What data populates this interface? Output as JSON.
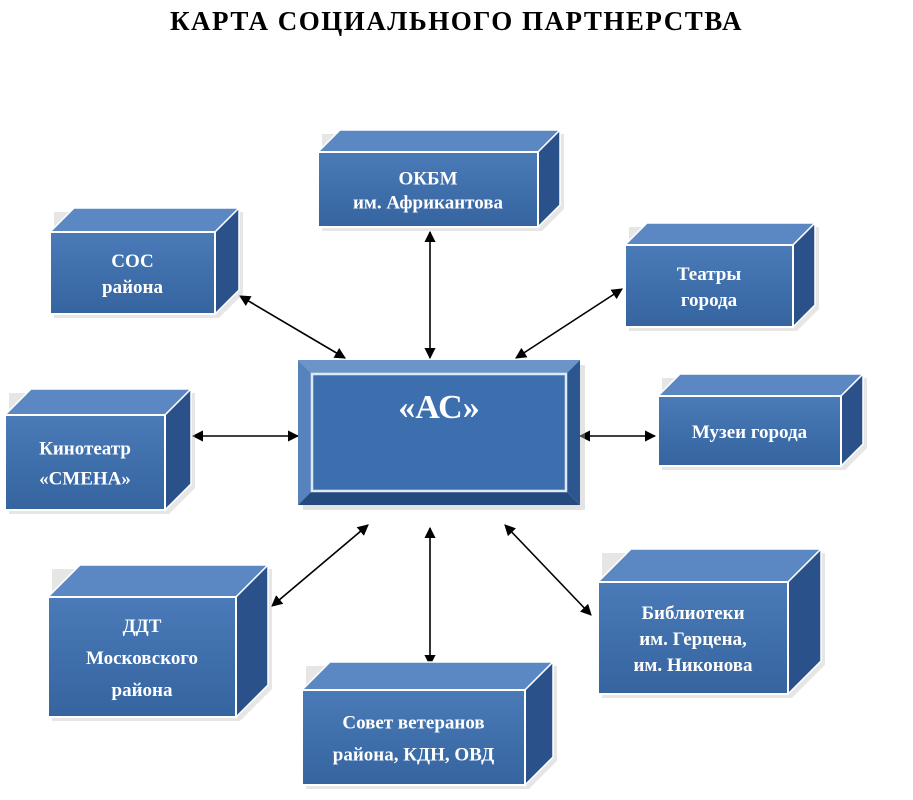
{
  "title": "КАРТА  СОЦИАЛЬНОГО  ПАРТНЕРСТВА",
  "center": {
    "lines": [
      "«АС»"
    ]
  },
  "partners": [
    {
      "lines": [
        "ОКБМ",
        "им. Африкантова"
      ]
    },
    {
      "lines": [
        "СОС",
        "района"
      ]
    },
    {
      "lines": [
        "Театры",
        "города"
      ]
    },
    {
      "lines": [
        "Кинотеатр",
        "«СМЕНА»"
      ]
    },
    {
      "lines": [
        "Музеи  города"
      ]
    },
    {
      "lines": [
        "ДДТ",
        "Московского",
        "района"
      ]
    },
    {
      "lines": [
        "Библиотеки",
        "им. Герцена,",
        "им. Никонова"
      ]
    },
    {
      "lines": [
        "Совет ветеранов",
        "района, КДН, ОВД"
      ]
    }
  ],
  "colors": {
    "front": "#3d6fae",
    "top": "#5b88c2",
    "side": "#2a5189",
    "shadow": "#b8b8b8",
    "arrow": "#000000"
  }
}
